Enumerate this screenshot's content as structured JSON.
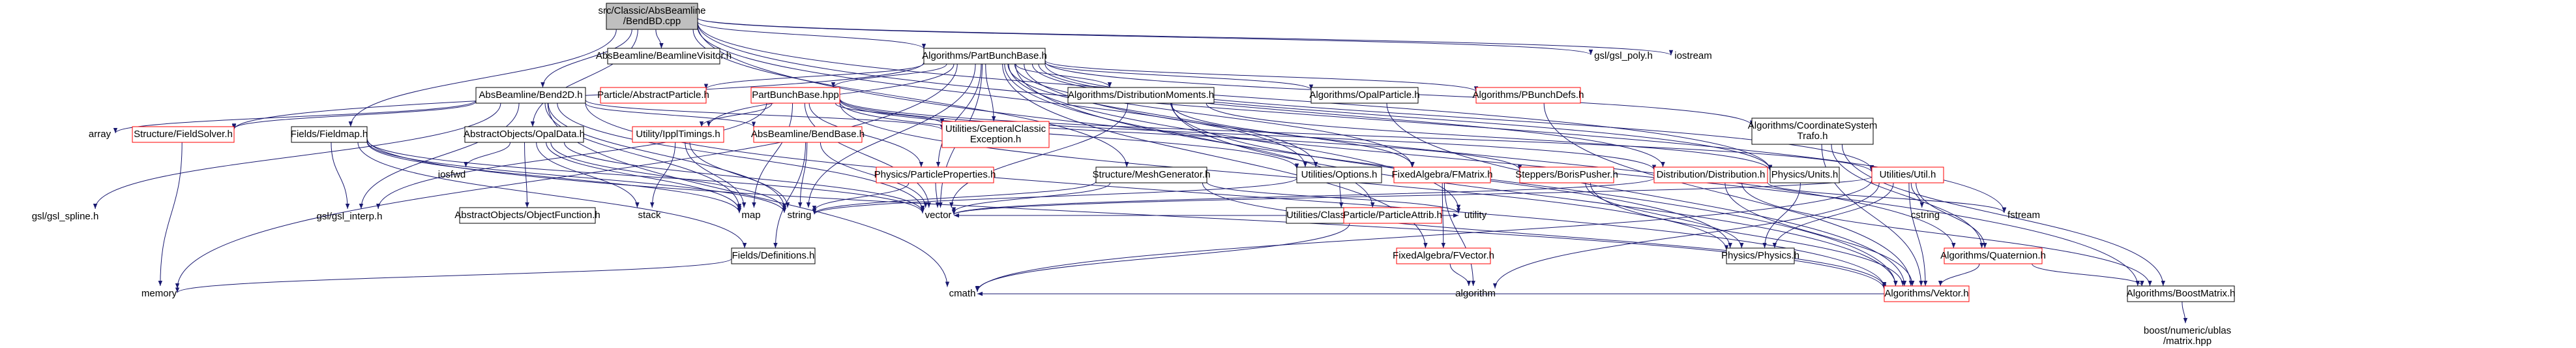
{
  "graph": {
    "colors": {
      "edge": "#191970",
      "box_border": "#000000",
      "box_border_undoc": "#ff0000",
      "box_fill": "#ffffff",
      "root_fill": "#bfbfbf",
      "text": "#000000"
    },
    "nodes": [
      {
        "id": "root",
        "lines": [
          "src/Classic/AbsBeamline",
          "/BendBD.cpp"
        ],
        "root": true
      },
      {
        "id": "absvis",
        "lines": [
          "AbsBeamline/BeamlineVisitor.h"
        ]
      },
      {
        "id": "pbb",
        "lines": [
          "Algorithms/PartBunchBase.h"
        ]
      },
      {
        "id": "gslpoly",
        "lines": [
          "gsl/gsl_poly.h"
        ],
        "plain": true
      },
      {
        "id": "iostream",
        "lines": [
          "iostream"
        ],
        "plain": true
      },
      {
        "id": "abp",
        "lines": [
          "Particle/AbstractParticle.h"
        ],
        "red": true
      },
      {
        "id": "pbbhpp",
        "lines": [
          "PartBunchBase.hpp"
        ],
        "red": true
      },
      {
        "id": "distmom",
        "lines": [
          "Algorithms/DistributionMoments.h"
        ]
      },
      {
        "id": "opalpart",
        "lines": [
          "Algorithms/OpalParticle.h"
        ]
      },
      {
        "id": "pbdefs",
        "lines": [
          "Algorithms/PBunchDefs.h"
        ],
        "red": true
      },
      {
        "id": "csys",
        "lines": [
          "Algorithms/CoordinateSystem",
          "Trafo.h"
        ]
      },
      {
        "id": "bend2d",
        "lines": [
          "AbsBeamline/Bend2D.h"
        ]
      },
      {
        "id": "array",
        "lines": [
          "array"
        ],
        "plain": true
      },
      {
        "id": "fsolver",
        "lines": [
          "Structure/FieldSolver.h"
        ],
        "red": true
      },
      {
        "id": "gslspline",
        "lines": [
          "gsl/gsl_spline.h"
        ],
        "plain": true
      },
      {
        "id": "memory",
        "lines": [
          "memory"
        ],
        "plain": true
      },
      {
        "id": "fieldmap",
        "lines": [
          "Fields/Fieldmap.h"
        ]
      },
      {
        "id": "gslinterp",
        "lines": [
          "gsl/gsl_interp.h"
        ],
        "plain": true
      },
      {
        "id": "opaldata",
        "lines": [
          "AbstractObjects/OpalData.h"
        ]
      },
      {
        "id": "iosfwd",
        "lines": [
          "iosfwd"
        ],
        "plain": true
      },
      {
        "id": "objfunc",
        "lines": [
          "AbstractObjects/ObjectFunction.h"
        ]
      },
      {
        "id": "ippl",
        "lines": [
          "Utility/IpplTimings.h"
        ],
        "red": true
      },
      {
        "id": "stack",
        "lines": [
          "stack"
        ],
        "plain": true
      },
      {
        "id": "map",
        "lines": [
          "map"
        ],
        "plain": true
      },
      {
        "id": "bendbase",
        "lines": [
          "AbsBeamline/BendBase.h"
        ],
        "red": true
      },
      {
        "id": "fdefs",
        "lines": [
          "Fields/Definitions.h"
        ]
      },
      {
        "id": "string",
        "lines": [
          "string"
        ],
        "plain": true
      },
      {
        "id": "gcexc",
        "lines": [
          "Utilities/GeneralClassic",
          "Exception.h"
        ],
        "red": true
      },
      {
        "id": "physprop",
        "lines": [
          "Physics/ParticleProperties.h"
        ],
        "red": true
      },
      {
        "id": "vector",
        "lines": [
          "vector"
        ],
        "plain": true
      },
      {
        "id": "meshgen",
        "lines": [
          "Structure/MeshGenerator.h"
        ]
      },
      {
        "id": "options",
        "lines": [
          "Utilities/Options.h"
        ]
      },
      {
        "id": "cmath",
        "lines": [
          "cmath"
        ],
        "plain": true
      },
      {
        "id": "crandom",
        "lines": [
          "Utilities/ClassicRandom.h"
        ]
      },
      {
        "id": "pattrib",
        "lines": [
          "Particle/ParticleAttrib.h"
        ],
        "red": true
      },
      {
        "id": "utility",
        "lines": [
          "utility"
        ],
        "plain": true
      },
      {
        "id": "fmatrix",
        "lines": [
          "FixedAlgebra/FMatrix.h"
        ],
        "red": true
      },
      {
        "id": "fvector",
        "lines": [
          "FixedAlgebra/FVector.h"
        ],
        "red": true
      },
      {
        "id": "algorithm",
        "lines": [
          "algorithm"
        ],
        "plain": true
      },
      {
        "id": "boris",
        "lines": [
          "Steppers/BorisPusher.h"
        ],
        "red": true
      },
      {
        "id": "distdist",
        "lines": [
          "Distribution/Distribution.h"
        ],
        "red": true
      },
      {
        "id": "physunits",
        "lines": [
          "Physics/Units.h"
        ]
      },
      {
        "id": "physphys",
        "lines": [
          "Physics/Physics.h"
        ]
      },
      {
        "id": "utilutil",
        "lines": [
          "Utilities/Util.h"
        ],
        "red": true
      },
      {
        "id": "cstring",
        "lines": [
          "cstring"
        ],
        "plain": true
      },
      {
        "id": "fstream",
        "lines": [
          "fstream"
        ],
        "plain": true
      },
      {
        "id": "quat",
        "lines": [
          "Algorithms/Quaternion.h"
        ],
        "red": true
      },
      {
        "id": "vektor",
        "lines": [
          "Algorithms/Vektor.h"
        ],
        "red": true
      },
      {
        "id": "boostmat",
        "lines": [
          "Algorithms/BoostMatrix.h"
        ]
      },
      {
        "id": "boostublas",
        "lines": [
          "boost/numeric/ublas",
          "/matrix.hpp"
        ],
        "plain": true
      }
    ],
    "edges": [
      [
        "root",
        "absvis"
      ],
      [
        "root",
        "pbb"
      ],
      [
        "root",
        "gslpoly"
      ],
      [
        "root",
        "iostream"
      ],
      [
        "root",
        "bend2d"
      ],
      [
        "root",
        "opaldata"
      ],
      [
        "root",
        "fieldmap"
      ],
      [
        "root",
        "options"
      ],
      [
        "root",
        "physunits"
      ],
      [
        "root",
        "fstream"
      ],
      [
        "root",
        "boostmat"
      ],
      [
        "root",
        "meshgen"
      ],
      [
        "pbb",
        "abp"
      ],
      [
        "pbb",
        "pbbhpp"
      ],
      [
        "pbb",
        "distmom"
      ],
      [
        "pbb",
        "opalpart"
      ],
      [
        "pbb",
        "pbdefs"
      ],
      [
        "pbb",
        "csys"
      ],
      [
        "pbb",
        "physprop"
      ],
      [
        "pbb",
        "gcexc"
      ],
      [
        "pbb",
        "options"
      ],
      [
        "pbb",
        "pattrib"
      ],
      [
        "pbb",
        "fmatrix"
      ],
      [
        "pbb",
        "fvector"
      ],
      [
        "pbb",
        "distdist"
      ],
      [
        "pbb",
        "physunits"
      ],
      [
        "pbb",
        "utilutil"
      ],
      [
        "pbb",
        "quat"
      ],
      [
        "pbb",
        "vektor"
      ],
      [
        "pbb",
        "ippl"
      ],
      [
        "pbb",
        "vector"
      ],
      [
        "pbb",
        "utility"
      ],
      [
        "pbb",
        "memory"
      ],
      [
        "pbb",
        "fsolver"
      ],
      [
        "pbb",
        "string"
      ],
      [
        "pbbhpp",
        "options"
      ],
      [
        "pbbhpp",
        "physprop"
      ],
      [
        "pbbhpp",
        "gcexc"
      ],
      [
        "pbbhpp",
        "boris"
      ],
      [
        "pbbhpp",
        "distdist"
      ],
      [
        "pbbhpp",
        "physphys"
      ],
      [
        "pbbhpp",
        "utilutil"
      ],
      [
        "pbbhpp",
        "ippl"
      ],
      [
        "pbbhpp",
        "map"
      ],
      [
        "pbbhpp",
        "gslinterp"
      ],
      [
        "pbbhpp",
        "vector"
      ],
      [
        "distmom",
        "fmatrix"
      ],
      [
        "distmom",
        "vektor"
      ],
      [
        "distmom",
        "physunits"
      ],
      [
        "distmom",
        "physphys"
      ],
      [
        "distmom",
        "vector"
      ],
      [
        "opalpart",
        "vektor"
      ],
      [
        "pbdefs",
        "vektor"
      ],
      [
        "csys",
        "quat"
      ],
      [
        "csys",
        "boostmat"
      ],
      [
        "csys",
        "vektor"
      ],
      [
        "bend2d",
        "array"
      ],
      [
        "bend2d",
        "fsolver"
      ],
      [
        "bend2d",
        "gslspline"
      ],
      [
        "bend2d",
        "bendbase"
      ],
      [
        "bend2d",
        "gcexc"
      ],
      [
        "bend2d",
        "vector"
      ],
      [
        "bend2d",
        "string"
      ],
      [
        "bend2d",
        "map"
      ],
      [
        "bend2d",
        "gslinterp"
      ],
      [
        "bend2d",
        "cmath"
      ],
      [
        "bend2d",
        "vektor"
      ],
      [
        "fsolver",
        "memory"
      ],
      [
        "fieldmap",
        "gslinterp"
      ],
      [
        "fieldmap",
        "fdefs"
      ],
      [
        "fieldmap",
        "map"
      ],
      [
        "fieldmap",
        "string"
      ],
      [
        "fieldmap",
        "vector"
      ],
      [
        "fieldmap",
        "vektor"
      ],
      [
        "opaldata",
        "iosfwd"
      ],
      [
        "opaldata",
        "objfunc"
      ],
      [
        "opaldata",
        "stack"
      ],
      [
        "opaldata",
        "map"
      ],
      [
        "opaldata",
        "string"
      ],
      [
        "opaldata",
        "vector"
      ],
      [
        "ippl",
        "stack"
      ],
      [
        "ippl",
        "map"
      ],
      [
        "ippl",
        "string"
      ],
      [
        "bendbase",
        "fdefs"
      ],
      [
        "bendbase",
        "vector"
      ],
      [
        "bendbase",
        "string"
      ],
      [
        "fdefs",
        "memory"
      ],
      [
        "physprop",
        "string"
      ],
      [
        "physprop",
        "vector"
      ],
      [
        "meshgen",
        "vector"
      ],
      [
        "meshgen",
        "string"
      ],
      [
        "meshgen",
        "vektor"
      ],
      [
        "meshgen",
        "utility"
      ],
      [
        "options",
        "crandom"
      ],
      [
        "options",
        "string"
      ],
      [
        "pattrib",
        "vector"
      ],
      [
        "pattrib",
        "utility"
      ],
      [
        "pattrib",
        "cmath"
      ],
      [
        "fmatrix",
        "fvector"
      ],
      [
        "fmatrix",
        "algorithm"
      ],
      [
        "fvector",
        "algorithm"
      ],
      [
        "boris",
        "physphys"
      ],
      [
        "boris",
        "vektor"
      ],
      [
        "distdist",
        "vector"
      ],
      [
        "distdist",
        "vektor"
      ],
      [
        "distdist",
        "boostmat"
      ],
      [
        "distdist",
        "fstream"
      ],
      [
        "physunits",
        "physphys"
      ],
      [
        "utilutil",
        "vektor"
      ],
      [
        "utilutil",
        "quat"
      ],
      [
        "utilutil",
        "cstring"
      ],
      [
        "utilutil",
        "physphys"
      ],
      [
        "utilutil",
        "cmath"
      ],
      [
        "utilutil",
        "algorithm"
      ],
      [
        "utilutil",
        "vector"
      ],
      [
        "quat",
        "vektor"
      ],
      [
        "quat",
        "boostmat"
      ],
      [
        "boostmat",
        "boostublas"
      ],
      [
        "vektor",
        "cmath"
      ]
    ]
  }
}
